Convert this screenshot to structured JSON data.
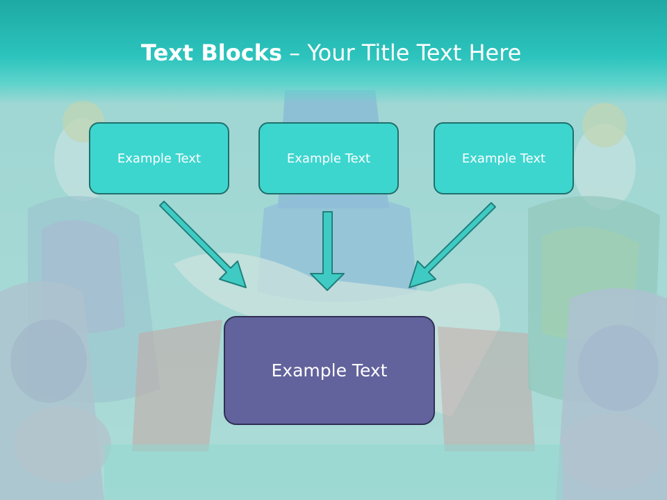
{
  "title": {
    "bold_part": "Text Blocks",
    "dash": " – ",
    "normal_part": "Your Title Text Here"
  },
  "boxes": {
    "top_left": "Example Text",
    "top_center": "Example Text",
    "top_right": "Example Text",
    "bottom": "Example Text"
  },
  "colors": {
    "header": "#2cc4bd",
    "top_box_fill": "#3dd6cf",
    "top_box_border": "#1f6f6b",
    "bottom_box_fill": "#62629c",
    "arrow": "#3fcbc4"
  }
}
